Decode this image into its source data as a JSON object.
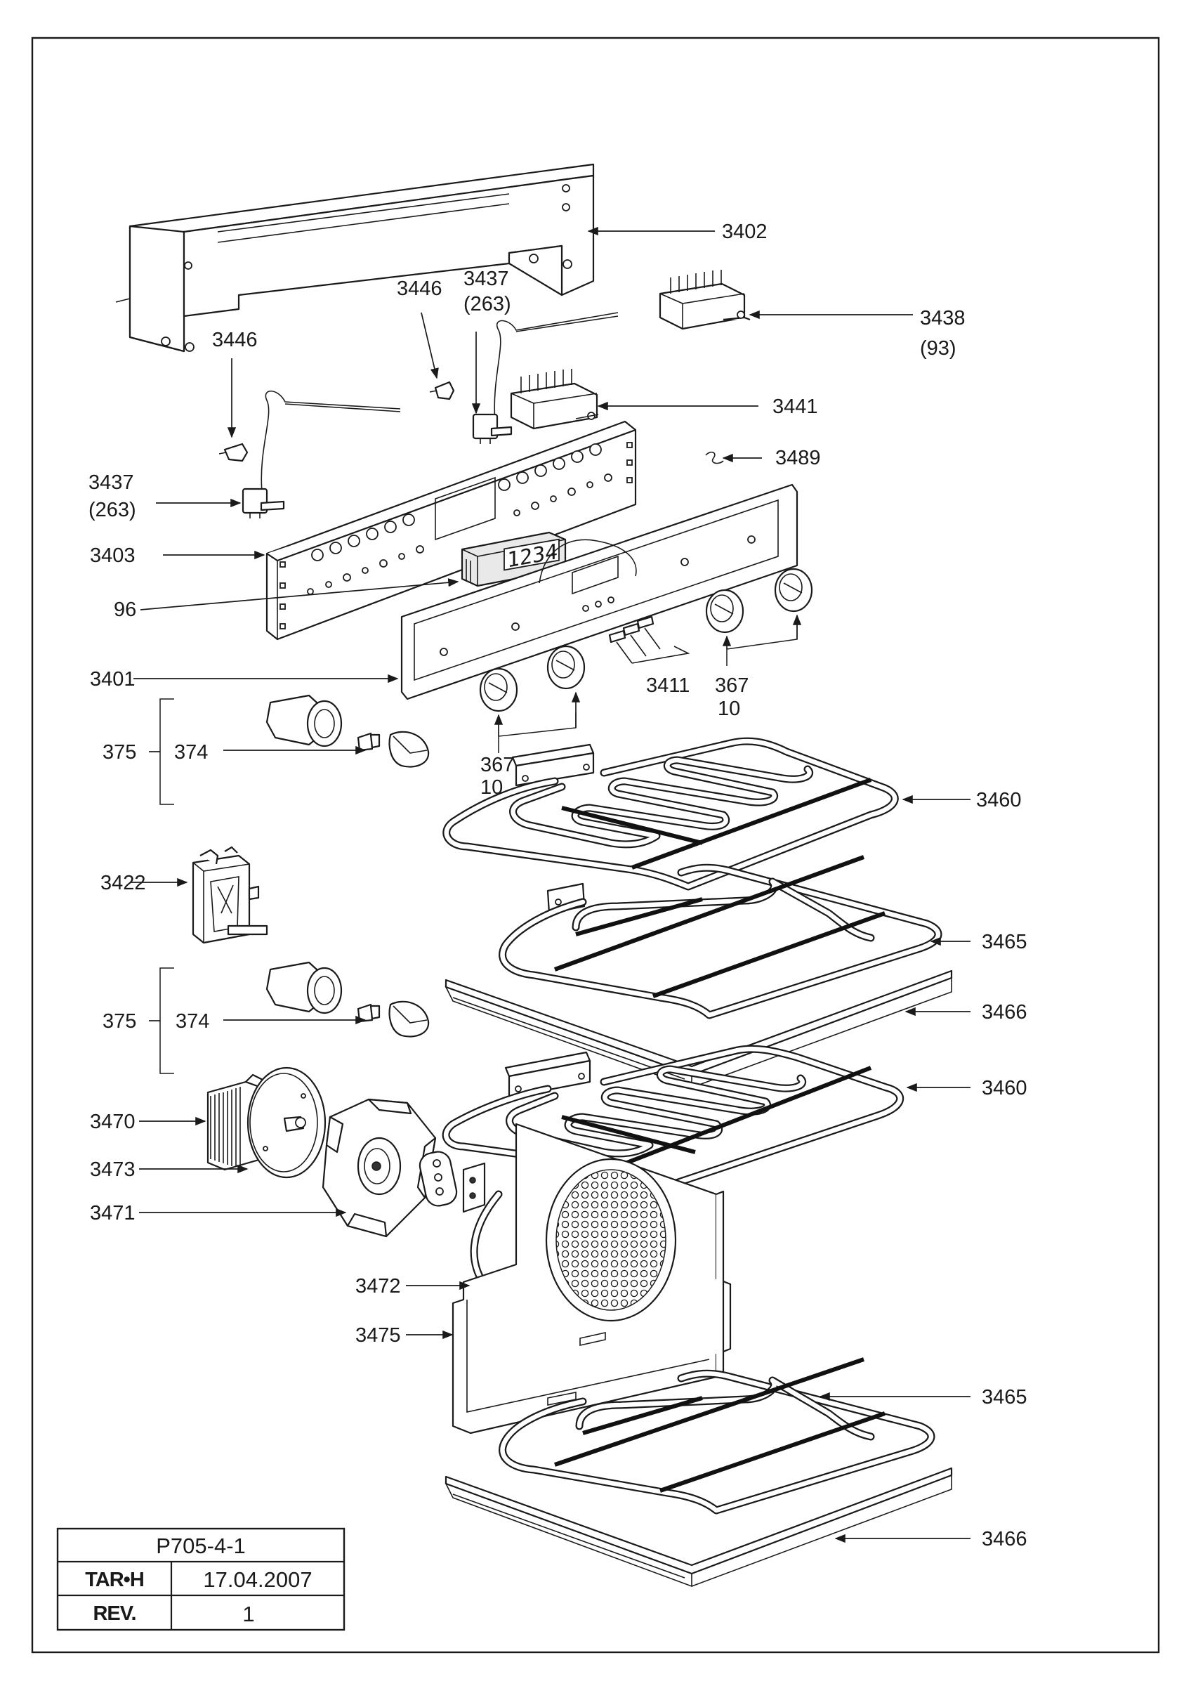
{
  "callouts": {
    "c3402": "3402",
    "c3446a": "3446",
    "c3437a": "3437",
    "c3437a_sub": "(263)",
    "c3446b": "3446",
    "c3438": "3438",
    "c3438_sub": "(93)",
    "c3441": "3441",
    "c3489": "3489",
    "c3437b": "3437",
    "c3437b_sub": "(263)",
    "c3403": "3403",
    "c96": "96",
    "c3401": "3401",
    "c3411": "3411",
    "c367a": "367",
    "c367a_sub": "10",
    "c375a": "375",
    "c374a": "374",
    "c367b": "367",
    "c367b_sub": "10",
    "c3460a": "3460",
    "c3422": "3422",
    "c3465a": "3465",
    "c375b": "375",
    "c374b": "374",
    "c3466a": "3466",
    "c3460b": "3460",
    "c3470": "3470",
    "c3473": "3473",
    "c3471": "3471",
    "c3472": "3472",
    "c3475": "3475",
    "c3465b": "3465",
    "c3466b": "3466"
  },
  "display": {
    "digits": "1234"
  },
  "title_block": {
    "drawing_no": "P705-4-1",
    "tar_label": "TAR•H",
    "date": "17.04.2007",
    "rev_label": "REV.",
    "rev_value": "1"
  }
}
